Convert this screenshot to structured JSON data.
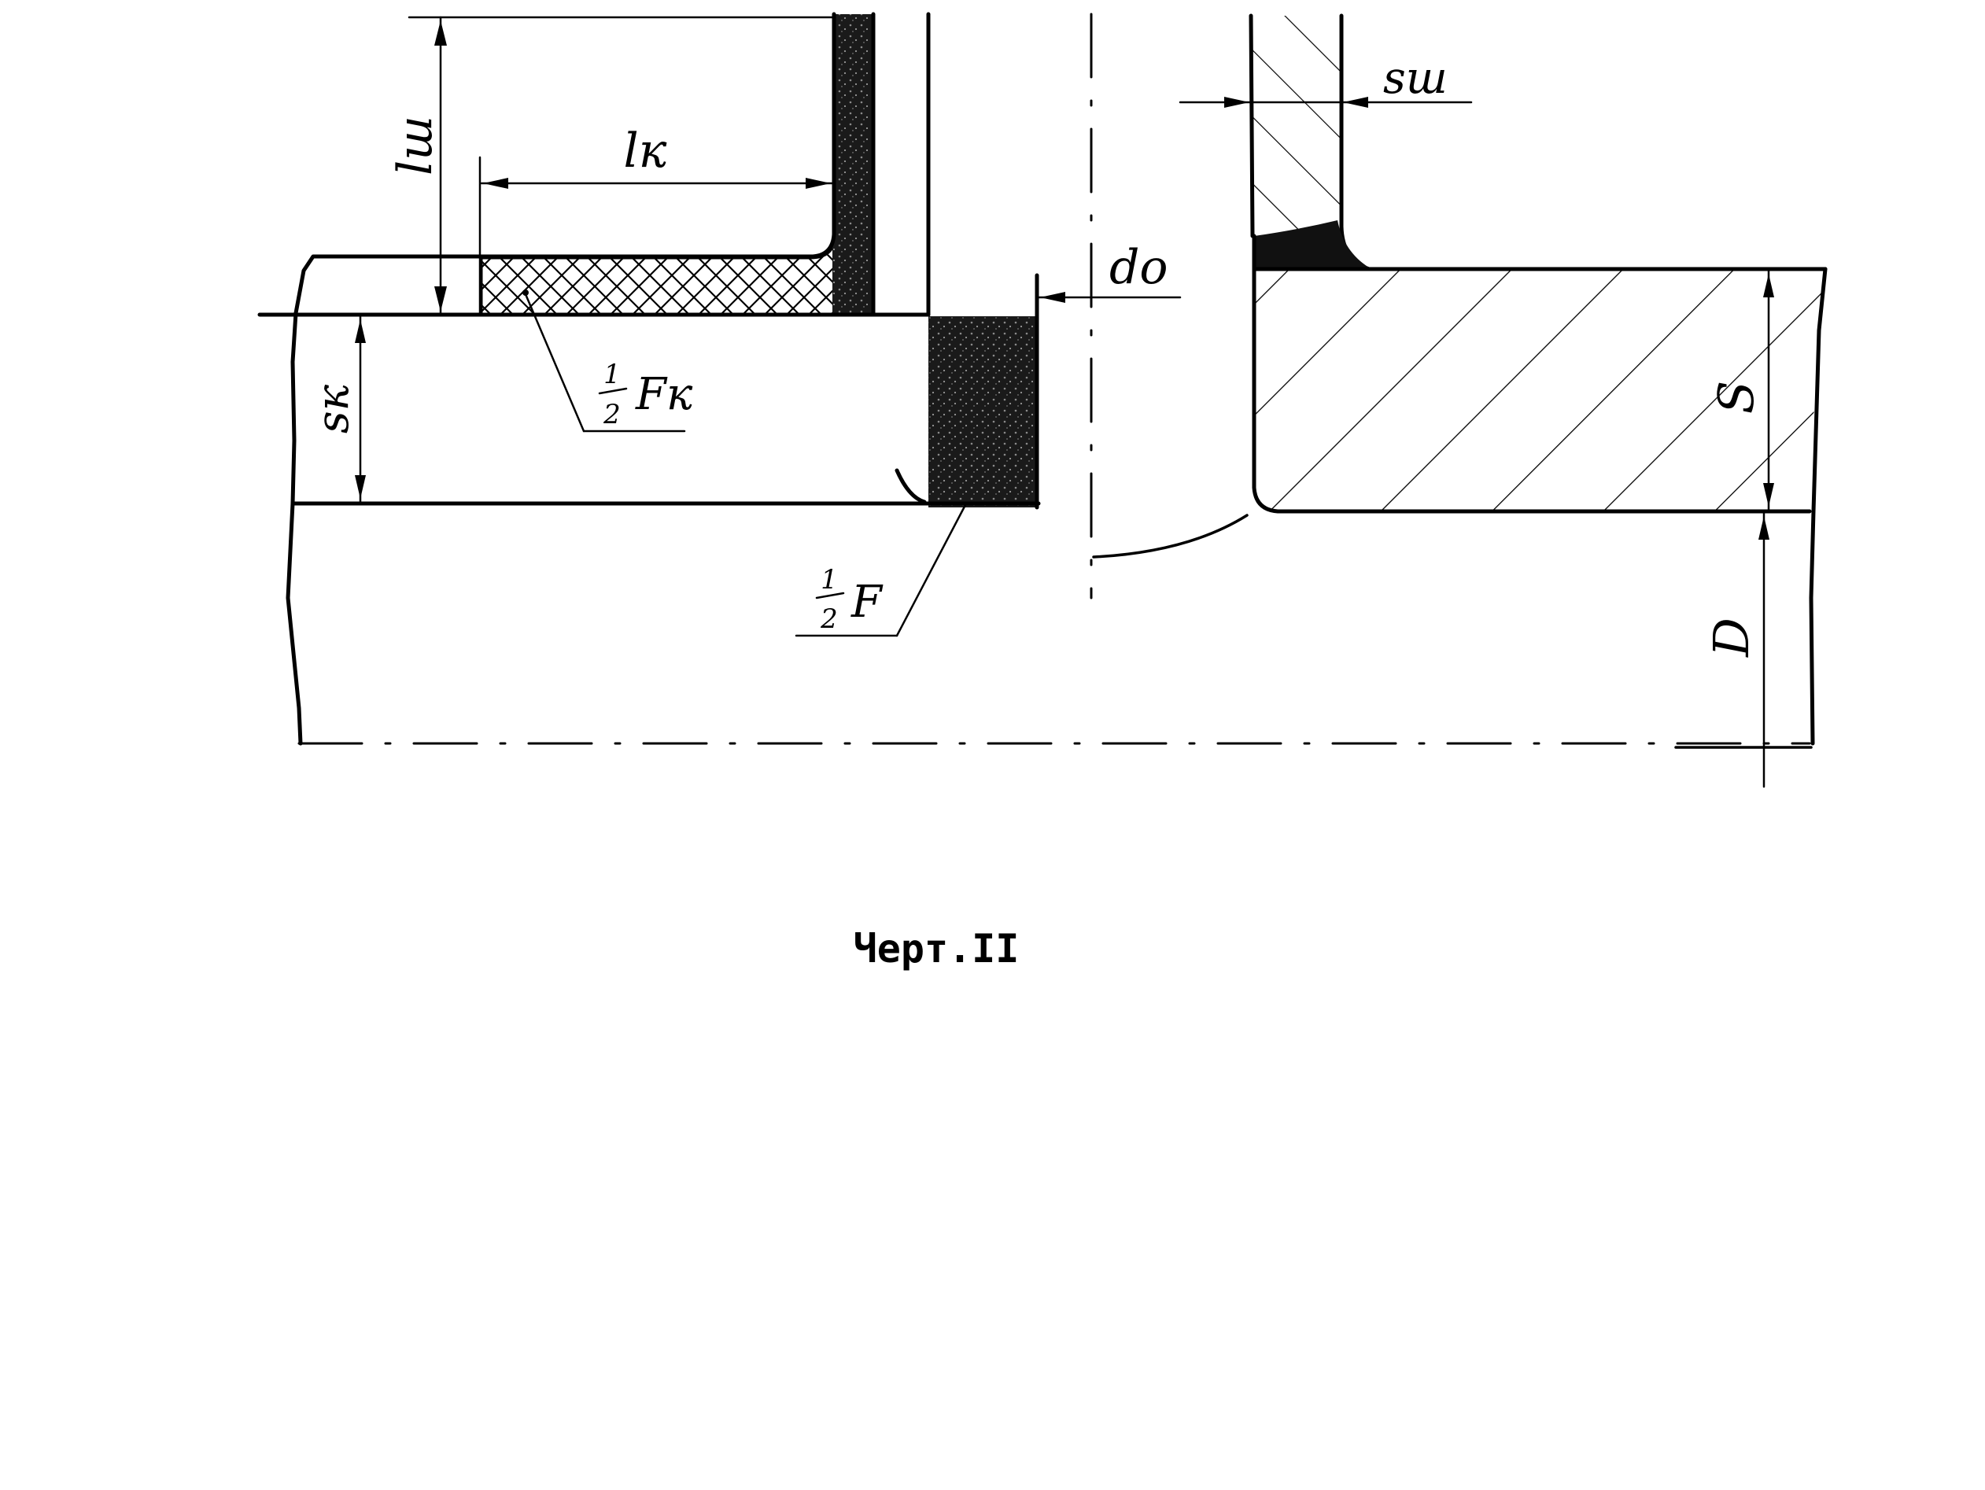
{
  "labels": {
    "l_sh": "lш",
    "l_k": "lк",
    "d_o": "dо",
    "s_sh": "sш",
    "s_k": "sк",
    "s": "S",
    "d": "D",
    "half_fk_num": "1",
    "half_fk_den": "2",
    "half_fk_sym": "Fк",
    "half_f_num": "1",
    "half_f_den": "2",
    "half_f_sym": "F"
  },
  "caption": "Черт.II",
  "colors": {
    "ink": "#000000",
    "paper": "#ffffff"
  }
}
